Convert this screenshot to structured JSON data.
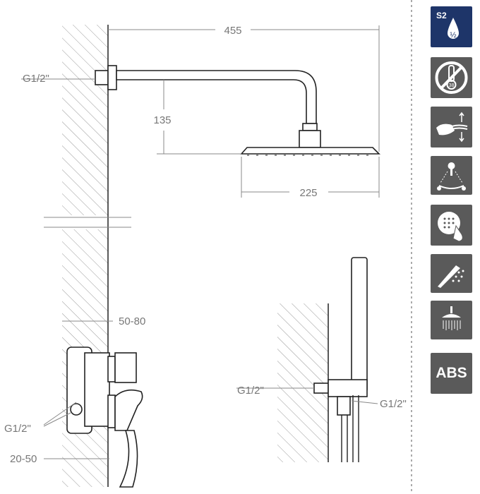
{
  "dimensions": {
    "width_total": "455",
    "arm_drop": "135",
    "head_width": "225",
    "wall_depth": "50-80",
    "wall_cover": "20-50",
    "thread_arm": "G1/2\"",
    "thread_mixer": "G1/2\"",
    "thread_hand_left": "G1/2\"",
    "thread_hand_right": "G1/2\""
  },
  "icons": [
    {
      "name": "s2-half-water-drop-icon",
      "label": "S2",
      "fraction": "½",
      "color": "#1e3569"
    },
    {
      "name": "no-thermostat-38-icon",
      "label": "38",
      "color": "#5a5a5a"
    },
    {
      "name": "hand-lever-up-down-icon",
      "color": "#5a5a5a"
    },
    {
      "name": "temperature-adjust-spray-icon",
      "color": "#5a5a5a"
    },
    {
      "name": "easy-clean-nozzles-icon",
      "color": "#5a5a5a"
    },
    {
      "name": "hand-shower-icon",
      "color": "#5a5a5a"
    },
    {
      "name": "rain-shower-head-icon",
      "color": "#5a5a5a"
    },
    {
      "name": "abs-material-icon",
      "label": "ABS",
      "color": "#5a5a5a"
    }
  ]
}
